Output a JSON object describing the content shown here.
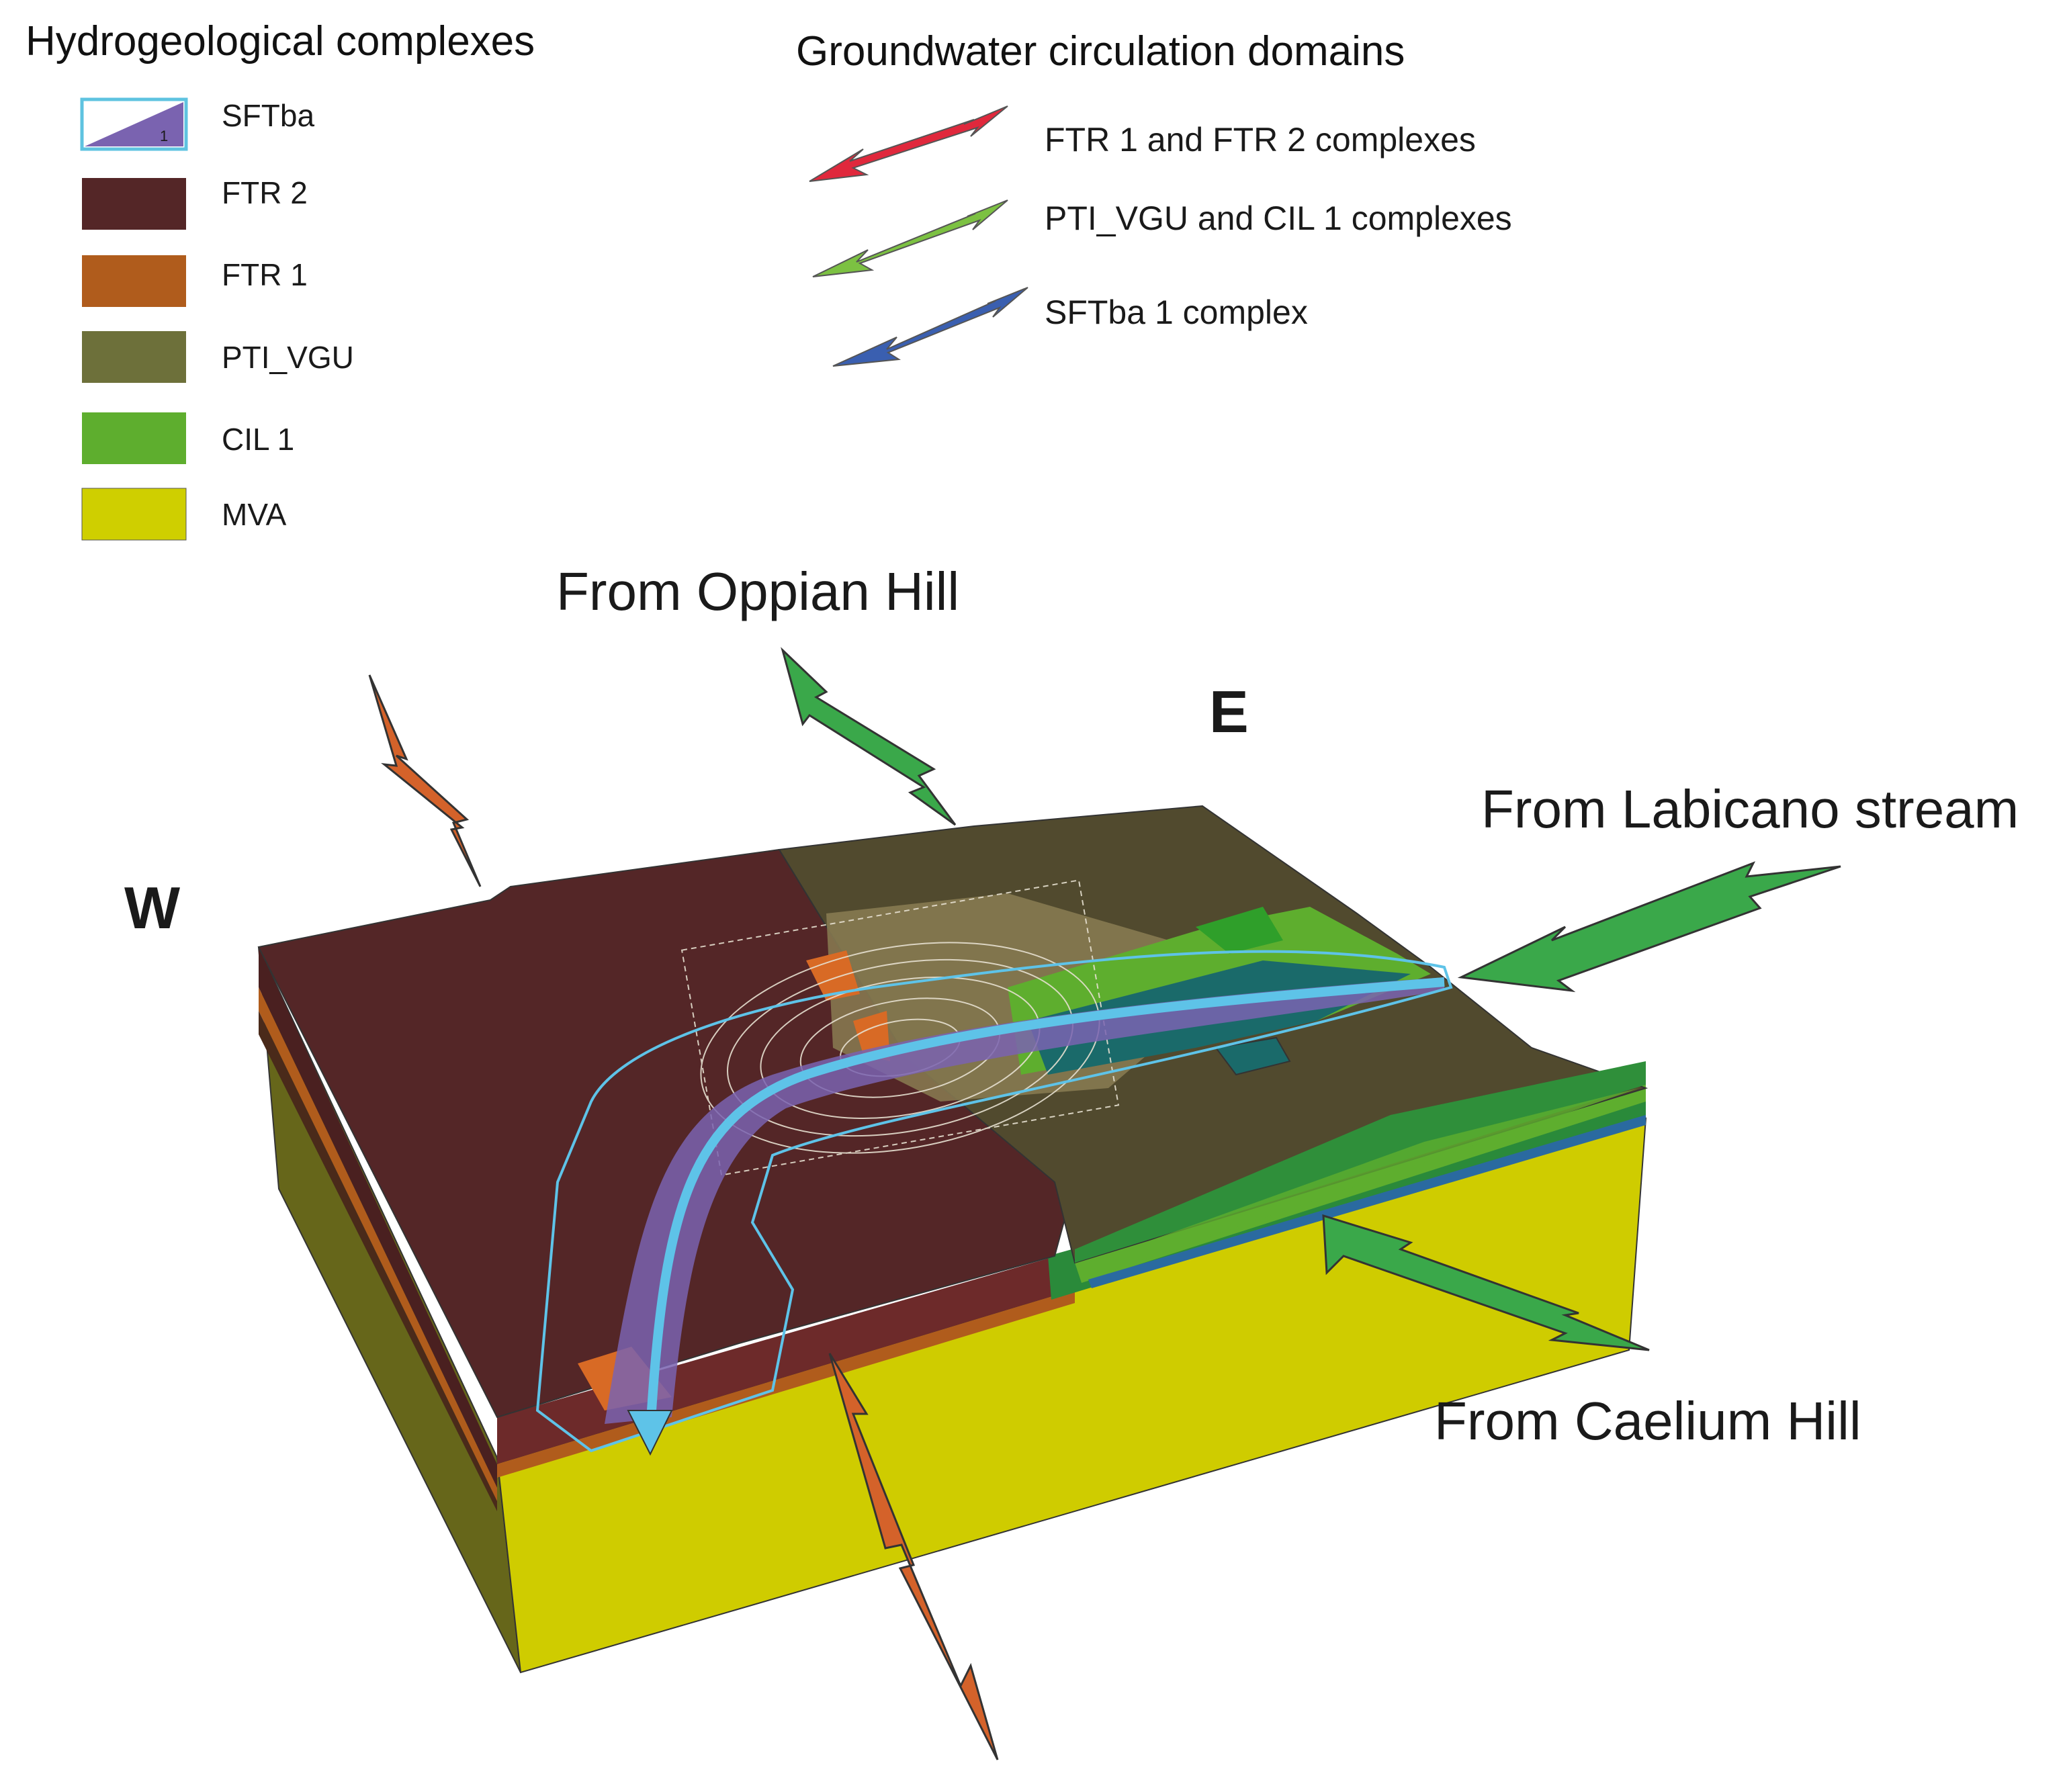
{
  "legend_complexes": {
    "title": "Hydrogeological complexes",
    "items": [
      {
        "label": "SFTba",
        "swatch_number": "1",
        "color": "#7a63b0",
        "outline": "#5ec3e0"
      },
      {
        "label": "FTR 2",
        "color": "#542627"
      },
      {
        "label": "FTR 1",
        "color": "#b05c1c"
      },
      {
        "label": "PTI_VGU",
        "color": "#6d703a"
      },
      {
        "label": "CIL 1",
        "color": "#5eae2e"
      },
      {
        "label": "MVA",
        "color": "#cfcf00"
      }
    ]
  },
  "legend_domains": {
    "title": "Groundwater circulation domains",
    "items": [
      {
        "label": "FTR 1 and FTR 2 complexes",
        "color": "#e0283c"
      },
      {
        "label": "PTI_VGU and CIL 1 complexes",
        "color": "#7cc142"
      },
      {
        "label": "SFTba 1 complex",
        "color": "#3a5fb0"
      }
    ]
  },
  "diagram": {
    "orientation_west": "W",
    "orientation_east": "E",
    "inflow_oppian": "From Oppian Hill",
    "inflow_labicano": "From Labicano stream",
    "inflow_caelium": "From Caelium Hill",
    "colors": {
      "inflow_arrow_green": "#3aa84a",
      "flow_arrow_orange": "#d4622a",
      "stream_cyan": "#5ec3e8"
    }
  }
}
